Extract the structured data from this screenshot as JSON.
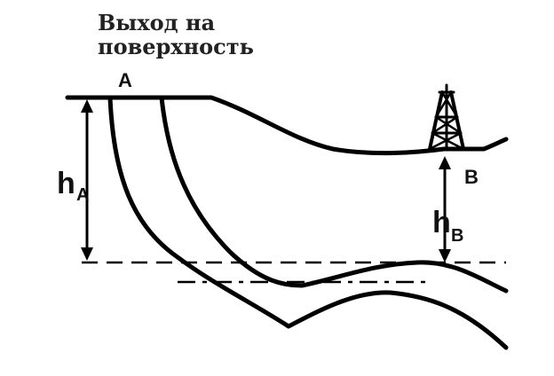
{
  "title": {
    "line1": "Выход на",
    "line2": "поверхность"
  },
  "labels": {
    "point_a": "A",
    "point_b": "B",
    "h_a_main": "h",
    "h_a_sub": "A",
    "h_b_main": "h",
    "h_b_sub": "B"
  },
  "colors": {
    "ink": "#000000",
    "background": "#ffffff"
  },
  "icons": {
    "well_b": "oil-derrick-icon"
  }
}
